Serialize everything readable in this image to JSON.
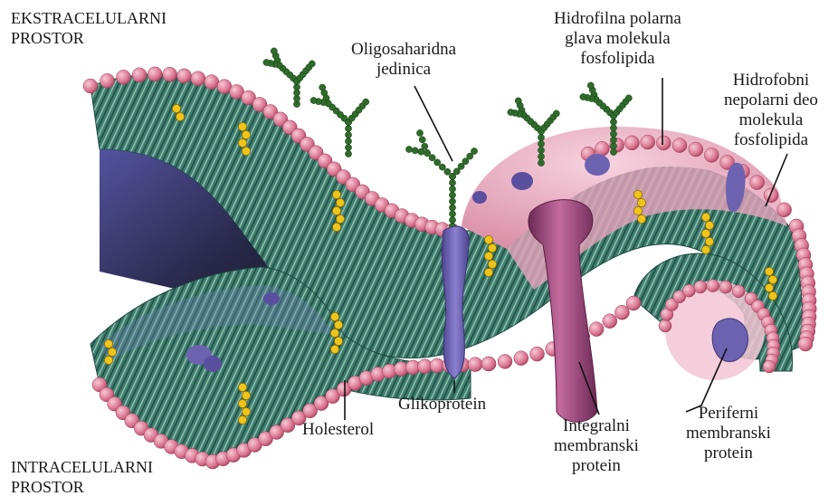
{
  "labels": {
    "extracellular": [
      "EKSTRACELULARNI",
      "PROSTOR"
    ],
    "intracellular": [
      "INTRACELULARNI",
      "PROSTOR"
    ],
    "oligosaccharide": [
      "Oligosaharidna",
      "jedinica"
    ],
    "hydrophilic_head": [
      "Hidrofilna polarna",
      "glava molekula",
      "fosfolipida"
    ],
    "hydrophobic_tail": [
      "Hidrofobni",
      "nepolarni deo",
      "molekula",
      "fosfolipida"
    ],
    "glycoprotein": [
      "Glikoprotein"
    ],
    "cholesterol": [
      "Holesterol"
    ],
    "integral_protein": [
      "Integralni",
      "membranski",
      "protein"
    ],
    "peripheral_protein": [
      "Periferni",
      "membranski",
      "protein"
    ]
  },
  "colors": {
    "phospholipid_head": "#d9728f",
    "head_highlight": "#f6c9d6",
    "tail_layer": "#3f7f6f",
    "tail_dark": "#1f4a42",
    "cholesterol": "#f0c419",
    "glycoprotein": "#6f64b4",
    "integral_protein": "#a4487f",
    "sugar_chain": "#2f6b2a"
  }
}
